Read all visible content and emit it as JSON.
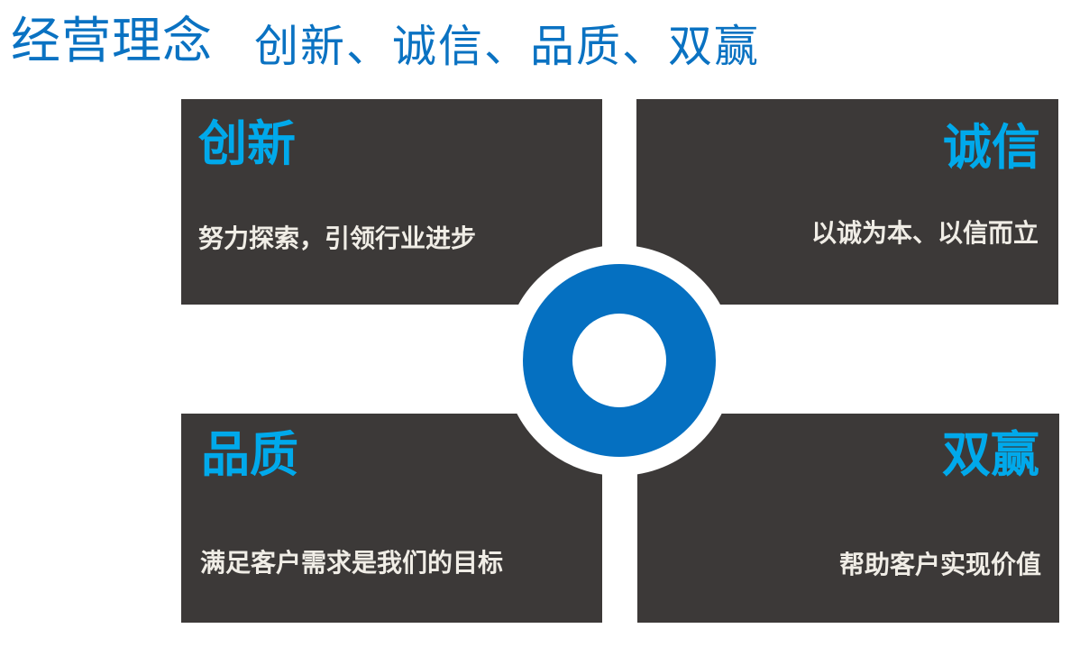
{
  "header": {
    "title": "经营理念",
    "subtitle": "创新、诚信、品质、双赢"
  },
  "panels": [
    {
      "position": "top-left",
      "heading": "创新",
      "body": "努力探索，引领行业进步"
    },
    {
      "position": "top-right",
      "heading": "诚信",
      "body": "以诚为本、以信而立"
    },
    {
      "position": "bottom-left",
      "heading": "品质",
      "body": "满足客户需求是我们的目标"
    },
    {
      "position": "bottom-right",
      "heading": "双赢",
      "body": "帮助客户实现价值"
    }
  ],
  "center": {
    "icon": "ring-icon"
  },
  "colors": {
    "title_blue": "#0a72c2",
    "heading_cyan": "#00a9eb",
    "panel_bg": "#3c3938",
    "body_text": "#f0ede6",
    "ring_blue": "#0570c1",
    "background": "#ffffff"
  }
}
